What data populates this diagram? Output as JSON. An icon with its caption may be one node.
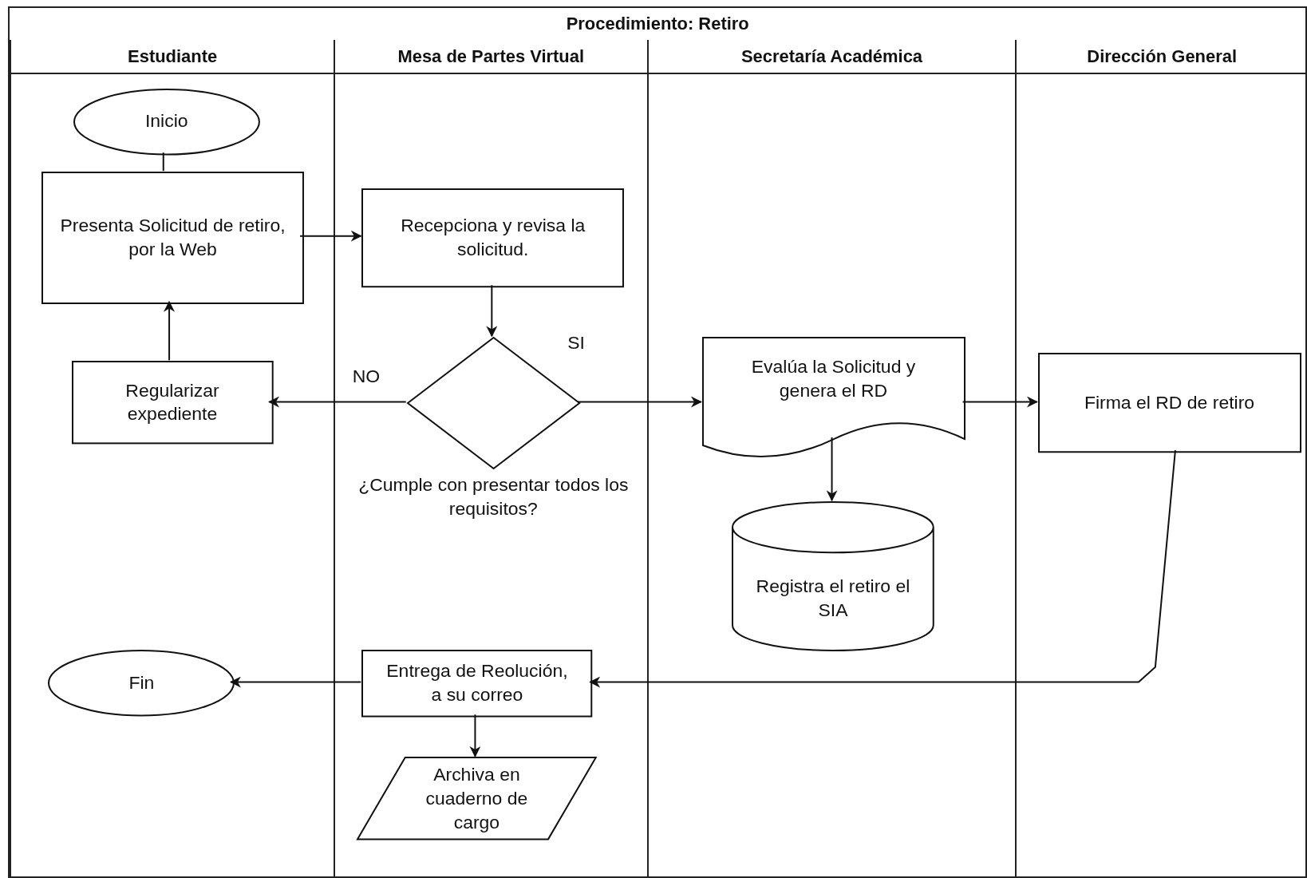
{
  "diagram": {
    "nodes": [
      {
        "text": [
          "Procedimiento: Retiro"
        ]
      },
      {
        "text": [
          "Estudiante"
        ],
        "in": 0
      },
      {
        "text": [
          "Mesa de Partes Virtual"
        ],
        "in": 0
      },
      {
        "text": [
          "Secretaría Académica"
        ],
        "in": 0
      },
      {
        "text": [
          "Dirección General"
        ],
        "in": 0
      },
      {
        "text": [
          "Inicio"
        ],
        "in": 1
      },
      {
        "text": [
          "Presenta Solicitud de retiro, por la Web"
        ],
        "in": 1
      },
      {
        "text": [
          "Regularizar expediente"
        ],
        "in": 1
      },
      {
        "text": [
          "Fin"
        ],
        "in": 1
      },
      {
        "text": [
          "Recepciona y revisa la solicitud."
        ],
        "in": 2
      },
      {
        "text": [
          "¿Cumple con presentar todos los requisitos?"
        ],
        "in": 2
      },
      {
        "text": [
          "Entrega de Reolución, a su correo"
        ],
        "in": 2
      },
      {
        "text": [
          "Archiva en cuaderno de cargo"
        ],
        "in": 2
      },
      {
        "text": [
          "Evalúa la Solicitud y genera el RD"
        ],
        "in": 3
      },
      {
        "text": [
          "Registra el retiro el SIA"
        ],
        "in": 3
      },
      {
        "text": [
          "Firma el RD de retiro"
        ],
        "in": 4
      }
    ],
    "edges": [
      {
        "from": 5,
        "to": 6,
        "arrow": "none"
      },
      {
        "from": 6,
        "to": 9,
        "arrow": "to"
      },
      {
        "from": 9,
        "to": 10,
        "arrow": "to"
      },
      {
        "from": 10,
        "to": 7,
        "arrow": "to",
        "label": "NO"
      },
      {
        "from": 10,
        "to": 13,
        "arrow": "to",
        "label": "SI"
      },
      {
        "from": 7,
        "to": 6,
        "arrow": "to"
      },
      {
        "from": 13,
        "to": 14,
        "arrow": "to"
      },
      {
        "from": 13,
        "to": 15,
        "arrow": "to"
      },
      {
        "from": 15,
        "to": 11,
        "arrow": "to"
      },
      {
        "from": 11,
        "to": 8,
        "arrow": "to"
      },
      {
        "from": 11,
        "to": 12,
        "arrow": "to"
      }
    ]
  }
}
